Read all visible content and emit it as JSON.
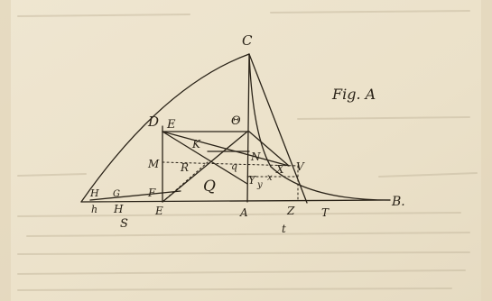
{
  "figure": {
    "title": "Fig. A",
    "labels": {
      "C": "C",
      "B": "B.",
      "A": "A",
      "D": "D",
      "E_top": "E",
      "E_bottom": "E",
      "M": "M",
      "F": "F",
      "K": "K",
      "R": "R",
      "Q": "Q",
      "N": "N",
      "Theta": "Θ",
      "Y": "Y",
      "y": "y",
      "x": "x",
      "X": "X",
      "V": "V",
      "T": "T",
      "Z": "Z",
      "t": "t",
      "H": "H",
      "h": "h",
      "G": "G",
      "H_dash": "H",
      "S": "S",
      "q": "q"
    }
  },
  "colors": {
    "paper": "#ede3cd",
    "ink": "#2a2318",
    "faint_ink": "#b9ac92"
  }
}
